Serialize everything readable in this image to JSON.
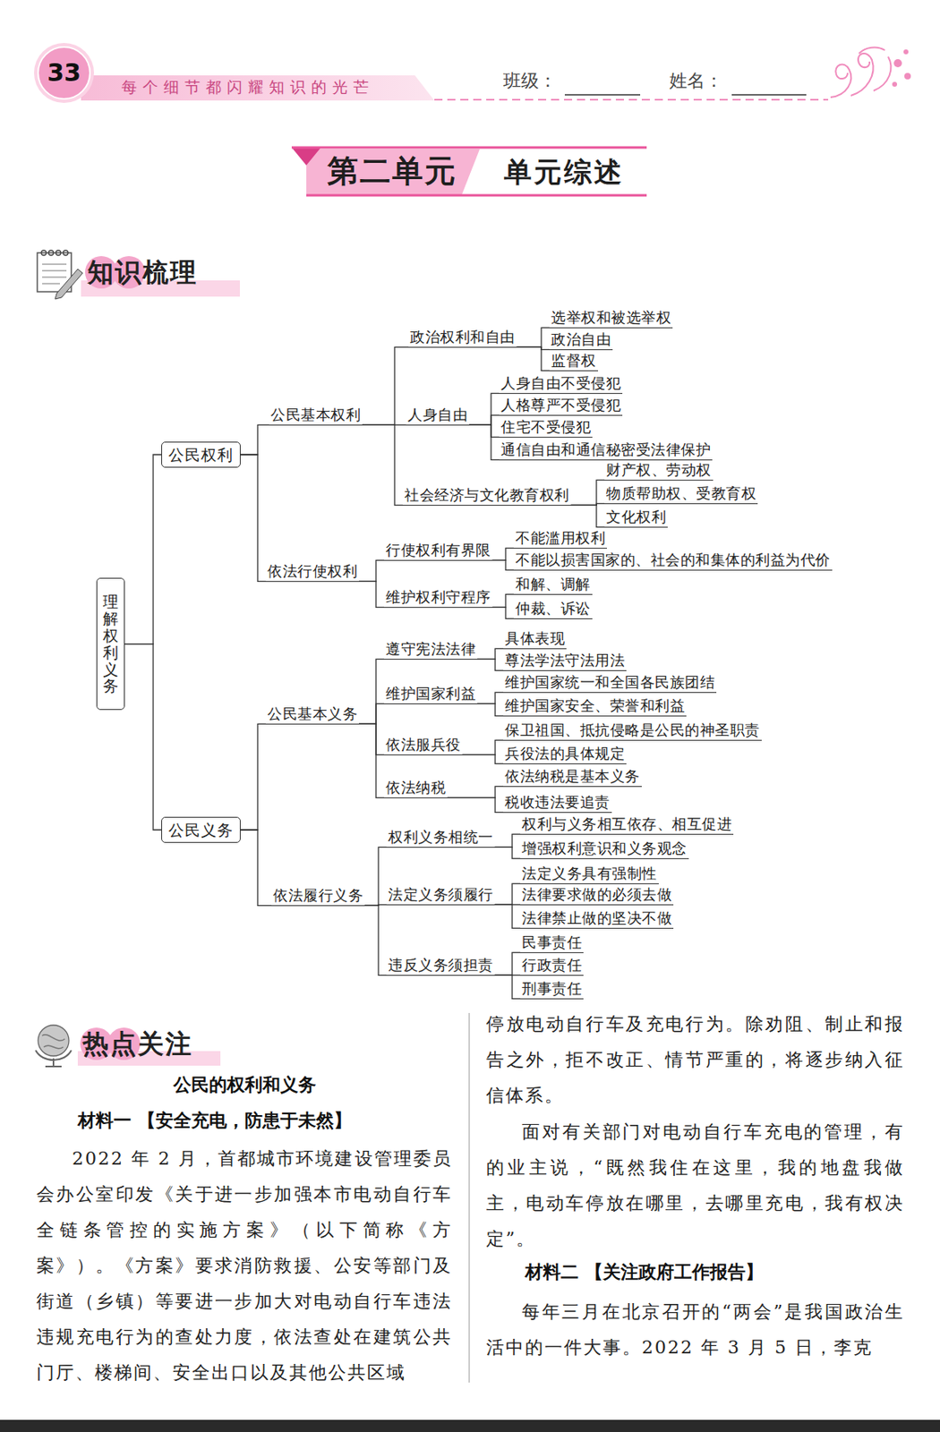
{
  "diagram": {
    "title": "第二单元",
    "nodes": [
      {
        "text": [
          "理解权利义务"
        ]
      },
      {
        "text": [
          "公民权利"
        ]
      },
      {
        "text": [
          "公民基本权利"
        ]
      },
      {
        "text": [
          "政治权利和自由"
        ]
      },
      {
        "text": [
          "选举权和被选举权"
        ]
      },
      {
        "text": [
          "政治自由"
        ]
      },
      {
        "text": [
          "监督权"
        ]
      },
      {
        "text": [
          "人身自由"
        ]
      },
      {
        "text": [
          "人身自由不受侵犯"
        ]
      },
      {
        "text": [
          "人格尊严不受侵犯"
        ]
      },
      {
        "text": [
          "住宅不受侵犯"
        ]
      },
      {
        "text": [
          "通信自由和通信秘密受法律保护"
        ]
      },
      {
        "text": [
          "社会经济与文化教育权利"
        ]
      },
      {
        "text": [
          "财产权、劳动权"
        ]
      },
      {
        "text": [
          "物质帮助权、受教育权"
        ]
      },
      {
        "text": [
          "文化权利"
        ]
      },
      {
        "text": [
          "依法行使权利"
        ]
      },
      {
        "text": [
          "行使权利有界限"
        ]
      },
      {
        "text": [
          "不能滥用权利"
        ]
      },
      {
        "text": [
          "不能以损害国家的、社会的和集体的利益为代价"
        ]
      },
      {
        "text": [
          "维护权利守程序"
        ]
      },
      {
        "text": [
          "和解、调解"
        ]
      },
      {
        "text": [
          "仲裁、诉讼"
        ]
      },
      {
        "text": [
          "公民义务"
        ]
      },
      {
        "text": [
          "公民基本义务"
        ]
      },
      {
        "text": [
          "遵守宪法法律"
        ]
      },
      {
        "text": [
          "具体表现"
        ]
      },
      {
        "text": [
          "尊法学法守法用法"
        ]
      },
      {
        "text": [
          "维护国家利益"
        ]
      },
      {
        "text": [
          "维护国家统一和全国各民族团结"
        ]
      },
      {
        "text": [
          "维护国家安全、荣誉和利益"
        ]
      },
      {
        "text": [
          "依法服兵役"
        ]
      },
      {
        "text": [
          "保卫祖国、抵抗侵略是公民的神圣职责"
        ]
      },
      {
        "text": [
          "兵役法的具体规定"
        ]
      },
      {
        "text": [
          "依法纳税"
        ]
      },
      {
        "text": [
          "依法纳税是基本义务"
        ]
      },
      {
        "text": [
          "税收违法要追责"
        ]
      },
      {
        "text": [
          "依法履行义务"
        ]
      },
      {
        "text": [
          "权利义务相统一"
        ]
      },
      {
        "text": [
          "权利与义务相互依存、相互促进"
        ]
      },
      {
        "text": [
          "增强权利意识和义务观念"
        ]
      },
      {
        "text": [
          "法定义务须履行"
        ]
      },
      {
        "text": [
          "法定义务具有强制性"
        ]
      },
      {
        "text": [
          "法律要求做的必须去做"
        ]
      },
      {
        "text": [
          "法律禁止做的坚决不做"
        ]
      },
      {
        "text": [
          "违反义务须担责"
        ]
      },
      {
        "text": [
          "民事责任"
        ]
      },
      {
        "text": [
          "行政责任"
        ]
      },
      {
        "text": [
          "刑事责任"
        ]
      }
    ],
    "edges": [
      {
        "from": 0,
        "to": 1,
        "arrow": "none"
      },
      {
        "from": 0,
        "to": 23,
        "arrow": "none"
      },
      {
        "from": 1,
        "to": 2,
        "arrow": "none"
      },
      {
        "from": 1,
        "to": 16,
        "arrow": "none"
      },
      {
        "from": 2,
        "to": 3,
        "arrow": "none"
      },
      {
        "from": 2,
        "to": 7,
        "arrow": "none"
      },
      {
        "from": 2,
        "to": 12,
        "arrow": "none"
      },
      {
        "from": 3,
        "to": 4,
        "arrow": "none"
      },
      {
        "from": 3,
        "to": 5,
        "arrow": "none"
      },
      {
        "from": 3,
        "to": 6,
        "arrow": "none"
      },
      {
        "from": 7,
        "to": 8,
        "arrow": "none"
      },
      {
        "from": 7,
        "to": 9,
        "arrow": "none"
      },
      {
        "from": 7,
        "to": 10,
        "arrow": "none"
      },
      {
        "from": 7,
        "to": 11,
        "arrow": "none"
      },
      {
        "from": 12,
        "to": 13,
        "arrow": "none"
      },
      {
        "from": 12,
        "to": 14,
        "arrow": "none"
      },
      {
        "from": 12,
        "to": 15,
        "arrow": "none"
      },
      {
        "from": 16,
        "to": 17,
        "arrow": "none"
      },
      {
        "from": 16,
        "to": 20,
        "arrow": "none"
      },
      {
        "from": 17,
        "to": 18,
        "arrow": "none"
      },
      {
        "from": 17,
        "to": 19,
        "arrow": "none"
      },
      {
        "from": 20,
        "to": 21,
        "arrow": "none"
      },
      {
        "from": 20,
        "to": 22,
        "arrow": "none"
      },
      {
        "from": 23,
        "to": 24,
        "arrow": "none"
      },
      {
        "from": 23,
        "to": 37,
        "arrow": "none"
      },
      {
        "from": 24,
        "to": 25,
        "arrow": "none"
      },
      {
        "from": 24,
        "to": 28,
        "arrow": "none"
      },
      {
        "from": 24,
        "to": 31,
        "arrow": "none"
      },
      {
        "from": 24,
        "to": 34,
        "arrow": "none"
      },
      {
        "from": 25,
        "to": 26,
        "arrow": "none"
      },
      {
        "from": 25,
        "to": 27,
        "arrow": "none"
      },
      {
        "from": 28,
        "to": 29,
        "arrow": "none"
      },
      {
        "from": 28,
        "to": 30,
        "arrow": "none"
      },
      {
        "from": 31,
        "to": 32,
        "arrow": "none"
      },
      {
        "from": 31,
        "to": 33,
        "arrow": "none"
      },
      {
        "from": 34,
        "to": 35,
        "arrow": "none"
      },
      {
        "from": 34,
        "to": 36,
        "arrow": "none"
      },
      {
        "from": 37,
        "to": 38,
        "arrow": "none"
      },
      {
        "from": 37,
        "to": 41,
        "arrow": "none"
      },
      {
        "from": 37,
        "to": 45,
        "arrow": "none"
      },
      {
        "from": 38,
        "to": 39,
        "arrow": "none"
      },
      {
        "from": 38,
        "to": 40,
        "arrow": "none"
      },
      {
        "from": 41,
        "to": 42,
        "arrow": "none"
      },
      {
        "from": 41,
        "to": 43,
        "arrow": "none"
      },
      {
        "from": 41,
        "to": 44,
        "arrow": "none"
      },
      {
        "from": 45,
        "to": 46,
        "arrow": "none"
      },
      {
        "from": 45,
        "to": 47,
        "arrow": "none"
      },
      {
        "from": 45,
        "to": 48,
        "arrow": "none"
      }
    ],
    "labels": [
      "33",
      "每个细节都闪耀知识的光芒",
      "班级：",
      "姓名：",
      "单元综述",
      "知识梳理",
      "热点关注",
      "公民的权利和义务",
      "材料一 【安全充电，防患于未然】",
      "2022 年 2 月，首都城市环境建设管理委员会办公室印发《关于进一步加强本市电动自行车全链条管控的实施方案》（以下简称《方案》）。《方案》要求消防救援、公安等部门及街道（乡镇）等要进一步加大对电动自行车违法违规充电行为的查处力度，依法查处在建筑公共门厅、楼梯间、安全出口以及其他公共区域",
      "停放电动自行车及充电行为。除劝阻、制止和报告之外，拒不改正、情节严重的，将逐步纳入征信体系。",
      "面对有关部门对电动自行车充电的管理，有的业主说，“既然我住在这里，我的地盘我做主，电动车停放在哪里，去哪里充电，我有权决定”。",
      "材料二 【关注政府工作报告】",
      "每年三月在北京召开的“两会”是我国政治生活中的一件大事。2022 年 3 月 5 日，李克"
    ]
  }
}
